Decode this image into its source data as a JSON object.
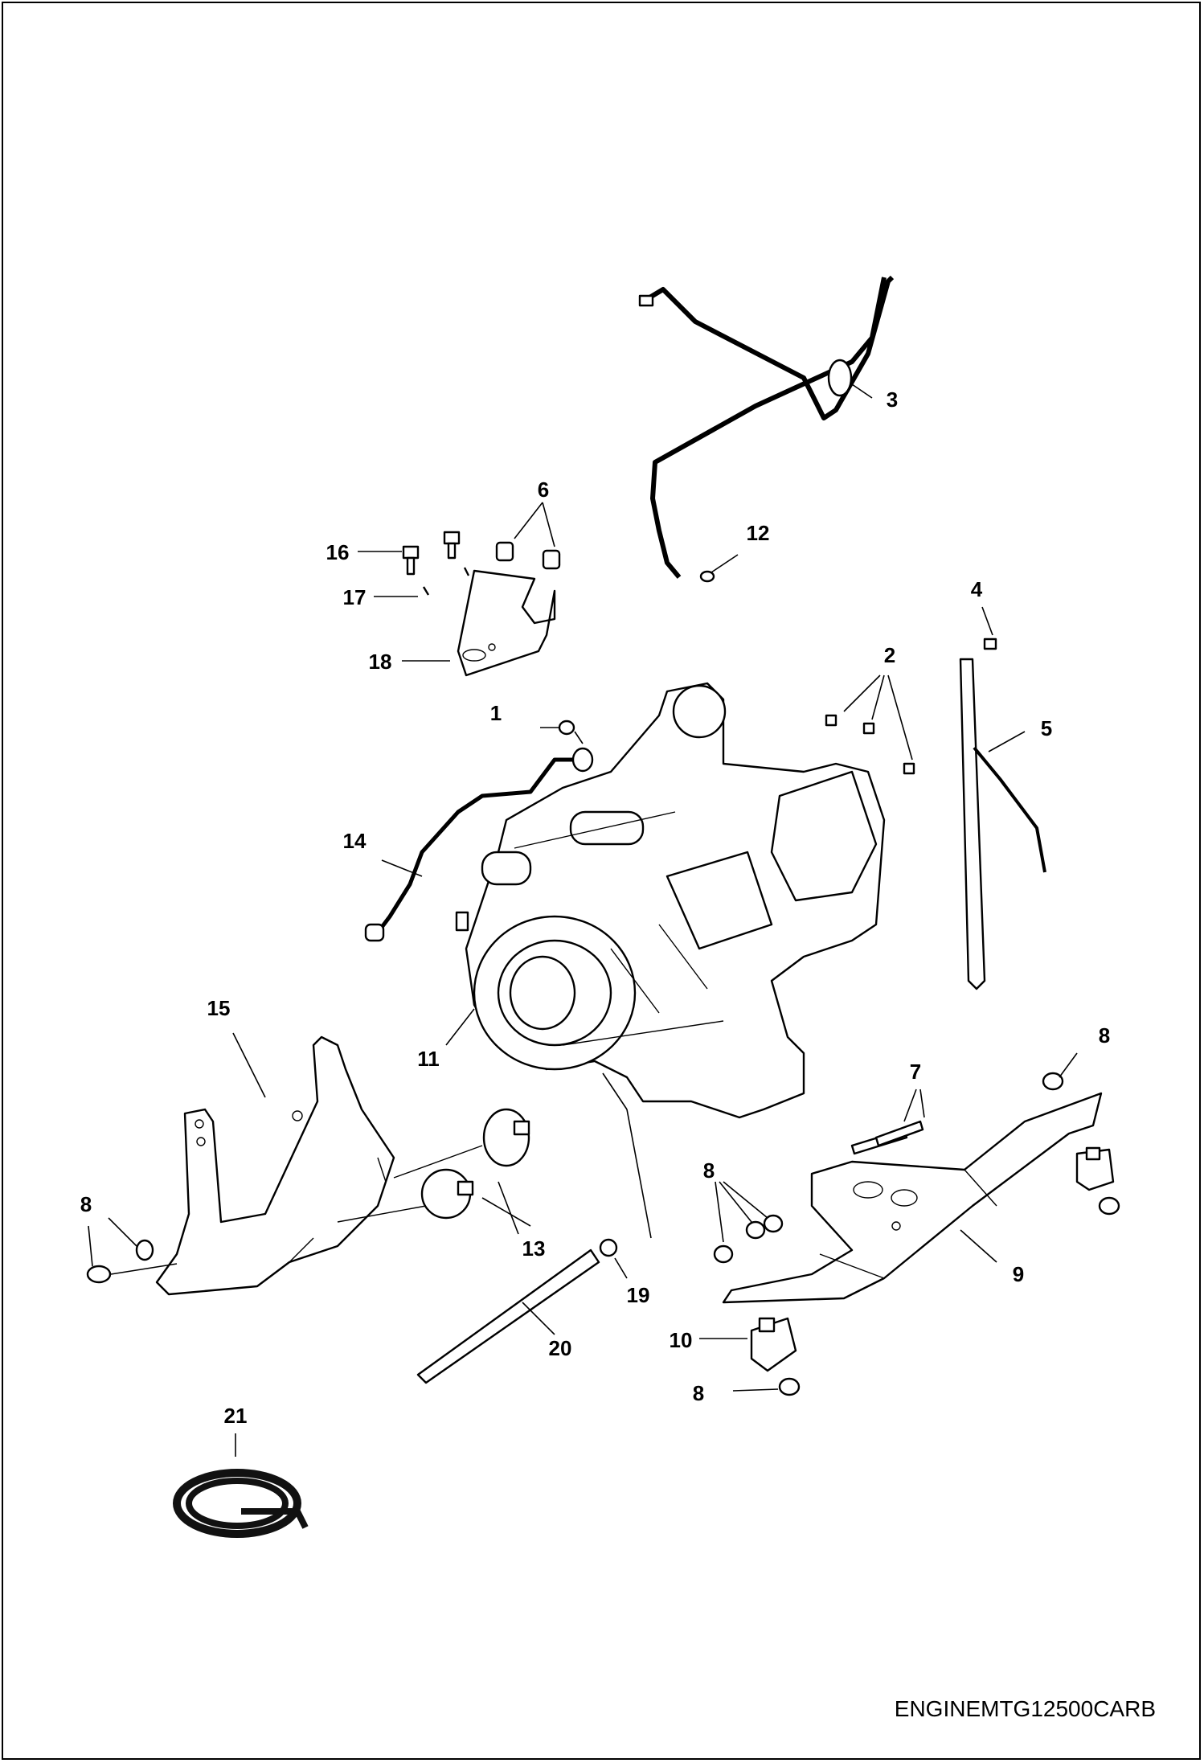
{
  "callouts": [
    {
      "id": "1",
      "label": "1"
    },
    {
      "id": "2",
      "label": "2"
    },
    {
      "id": "3",
      "label": "3"
    },
    {
      "id": "4",
      "label": "4"
    },
    {
      "id": "5",
      "label": "5"
    },
    {
      "id": "6",
      "label": "6"
    },
    {
      "id": "7",
      "label": "7"
    },
    {
      "id": "8a",
      "label": "8"
    },
    {
      "id": "8b",
      "label": "8"
    },
    {
      "id": "8c",
      "label": "8"
    },
    {
      "id": "8d",
      "label": "8"
    },
    {
      "id": "9",
      "label": "9"
    },
    {
      "id": "10",
      "label": "10"
    },
    {
      "id": "11",
      "label": "11"
    },
    {
      "id": "12",
      "label": "12"
    },
    {
      "id": "13",
      "label": "13"
    },
    {
      "id": "14",
      "label": "14"
    },
    {
      "id": "15",
      "label": "15"
    },
    {
      "id": "16",
      "label": "16"
    },
    {
      "id": "17",
      "label": "17"
    },
    {
      "id": "18",
      "label": "18"
    },
    {
      "id": "19",
      "label": "19"
    },
    {
      "id": "20",
      "label": "20"
    },
    {
      "id": "21",
      "label": "21"
    }
  ],
  "diagram_code": "ENGINEMTG12500CARB"
}
